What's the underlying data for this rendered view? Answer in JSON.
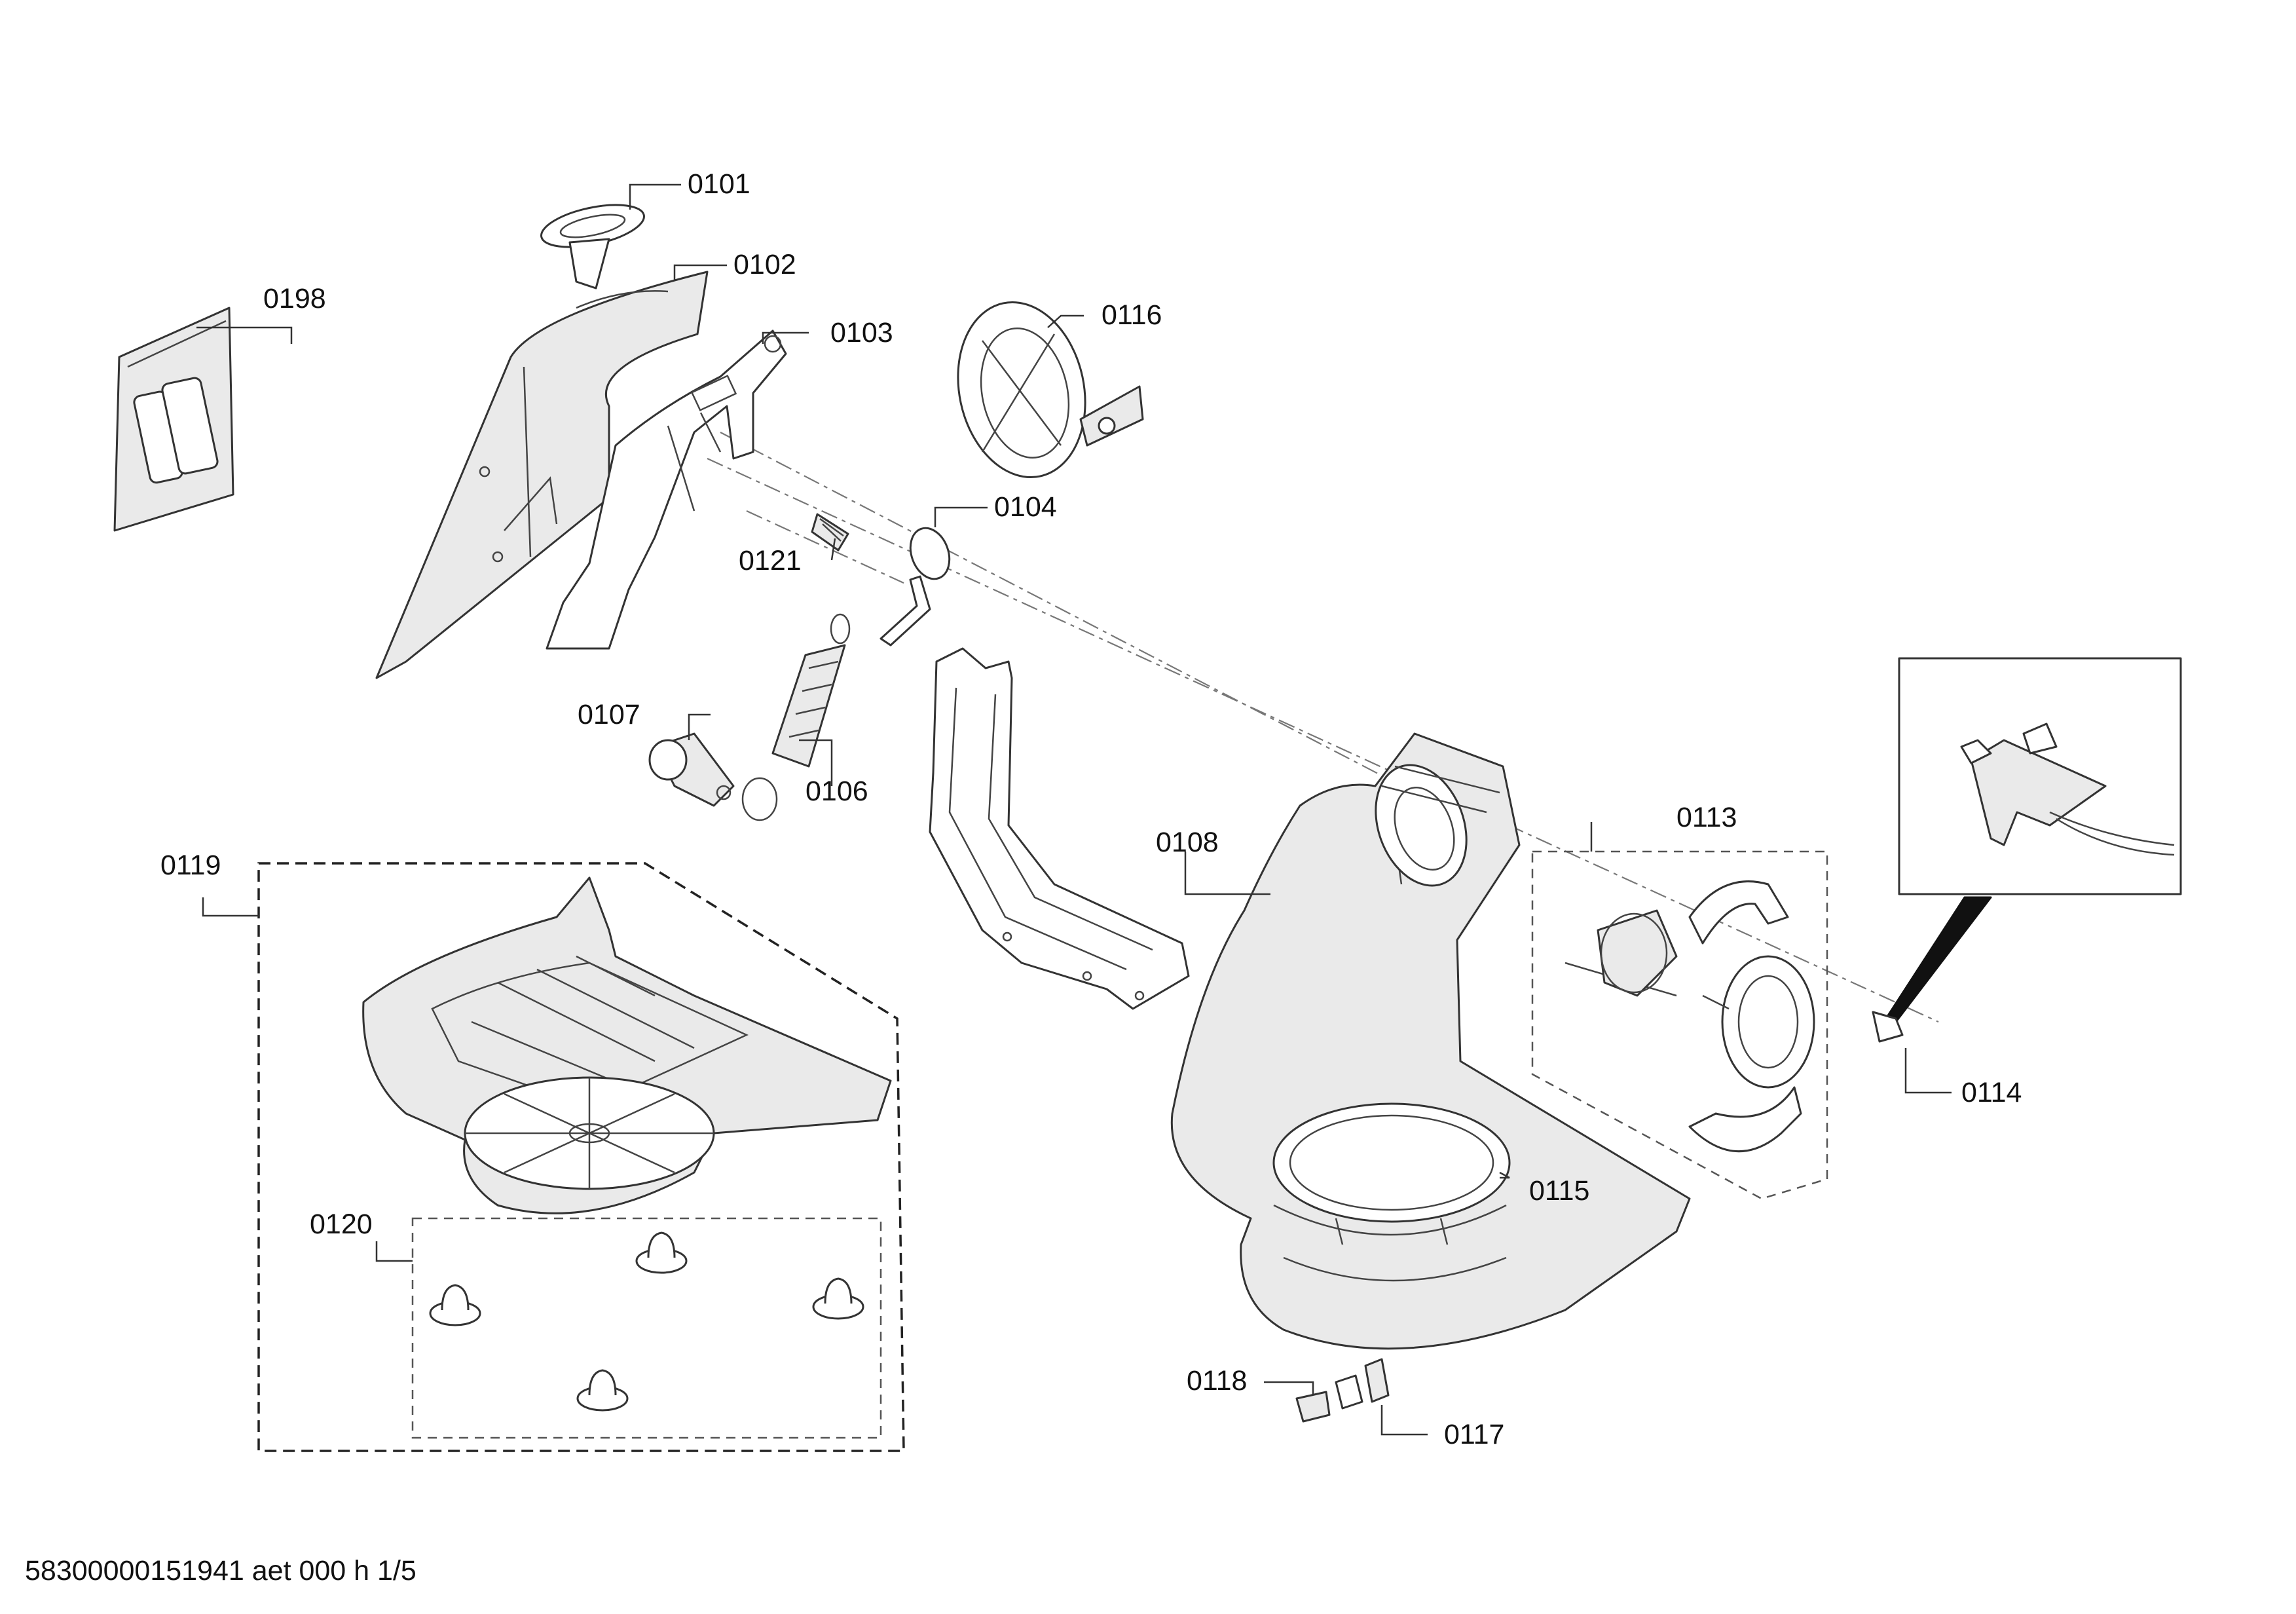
{
  "diagram": {
    "callouts": [
      {
        "id": "0101",
        "label": "0101"
      },
      {
        "id": "0102",
        "label": "0102"
      },
      {
        "id": "0103",
        "label": "0103"
      },
      {
        "id": "0104",
        "label": "0104"
      },
      {
        "id": "0106",
        "label": "0106"
      },
      {
        "id": "0107",
        "label": "0107"
      },
      {
        "id": "0108",
        "label": "0108"
      },
      {
        "id": "0113",
        "label": "0113"
      },
      {
        "id": "0114",
        "label": "0114"
      },
      {
        "id": "0115",
        "label": "0115"
      },
      {
        "id": "0116",
        "label": "0116"
      },
      {
        "id": "0117",
        "label": "0117"
      },
      {
        "id": "0118",
        "label": "0118"
      },
      {
        "id": "0119",
        "label": "0119"
      },
      {
        "id": "0120",
        "label": "0120"
      },
      {
        "id": "0121",
        "label": "0121"
      },
      {
        "id": "0198",
        "label": "0198"
      }
    ],
    "footer": "58300000151941 aet 000 h 1/5"
  }
}
